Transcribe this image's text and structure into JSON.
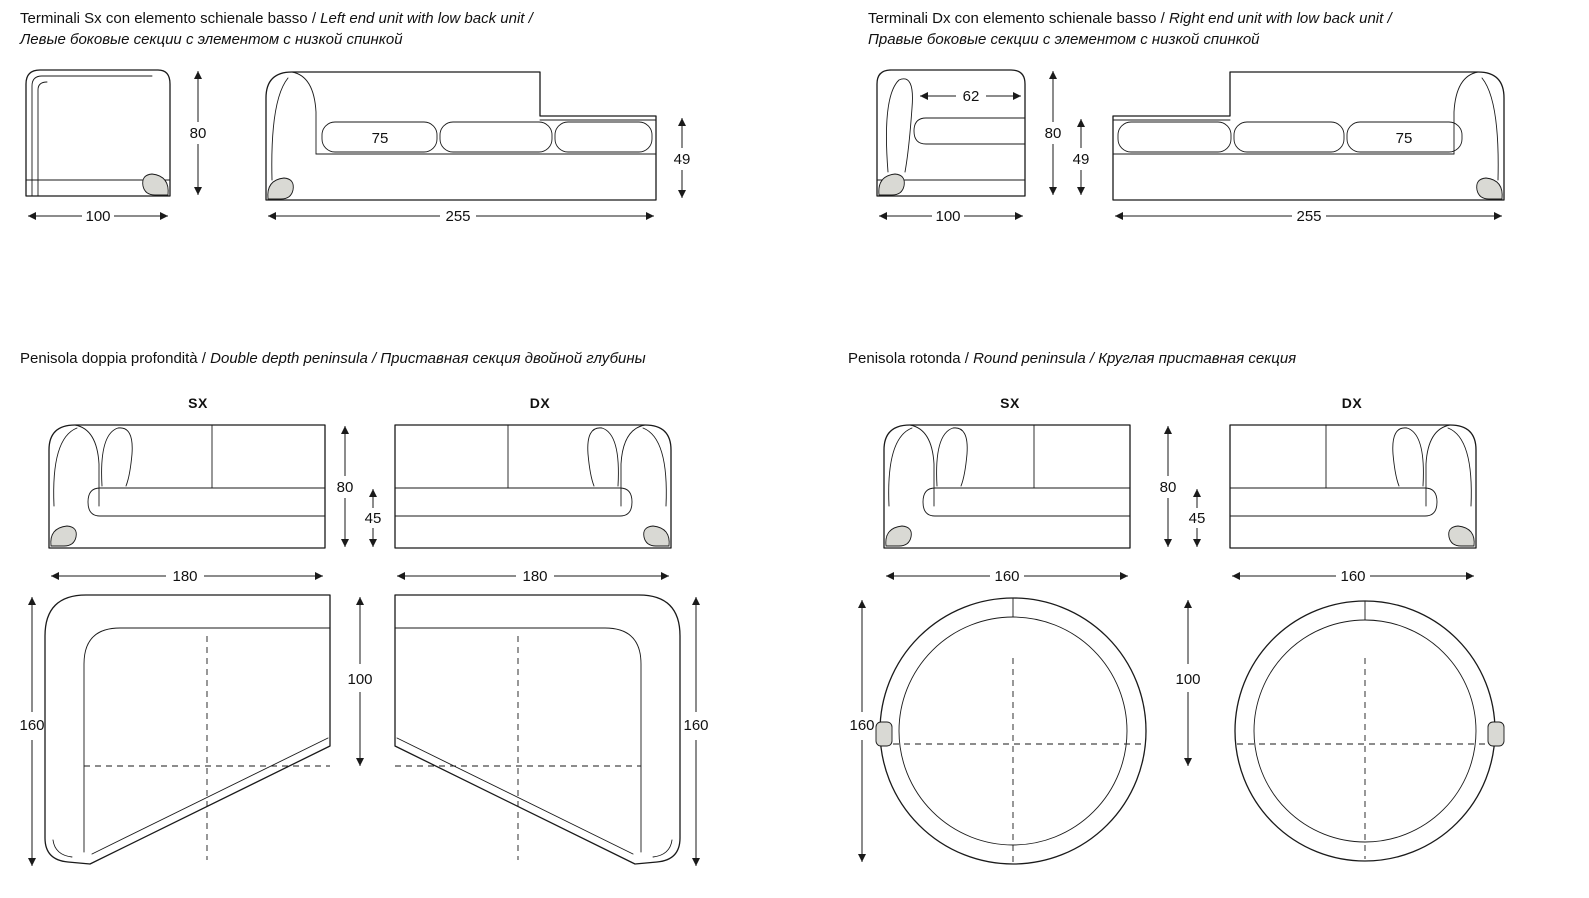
{
  "page": {
    "background": "#ffffff",
    "line_color": "#1a1a1a",
    "foot_color": "#d9d9d4"
  },
  "sections": {
    "terminali_sx": {
      "title_it": "Terminali Sx con elemento schienale basso /",
      "title_en": "Left end unit with low back unit  /",
      "title_ru": "Левые боковые секции с элементом с низкой спинкой",
      "dims": {
        "side_height": "80",
        "side_width": "100",
        "cushion_width": "75",
        "low_back_height": "49",
        "total_width": "255"
      }
    },
    "terminali_dx": {
      "title_it": "Terminali Dx con elemento schienale basso /",
      "title_en": "Right end unit with low back unit  /",
      "title_ru": "Правые боковые секции с элементом с низкой спинкой",
      "dims": {
        "seat_depth": "62",
        "side_height": "80",
        "low_back_height": "49",
        "side_width": "100",
        "cushion_width": "75",
        "total_width": "255"
      }
    },
    "penisola_doppia": {
      "title_it": "Penisola doppia profondità /",
      "title_en": "Double depth peninsula /",
      "title_ru": "Приставная секция двойной глубины",
      "sx_label": "SX",
      "dx_label": "DX",
      "dims": {
        "height": "80",
        "seat_height": "45",
        "sx_width": "180",
        "dx_width": "180",
        "sx_depth": "160",
        "dx_depth": "160",
        "inner_depth": "100"
      }
    },
    "penisola_rotonda": {
      "title_it": "Penisola rotonda /",
      "title_en": "Round peninsula /",
      "title_ru": "Круглая приставная секция",
      "sx_label": "SX",
      "dx_label": "DX",
      "dims": {
        "height": "80",
        "seat_height": "45",
        "sx_width": "160",
        "dx_width": "160",
        "depth": "160",
        "inner_depth": "100"
      }
    }
  }
}
